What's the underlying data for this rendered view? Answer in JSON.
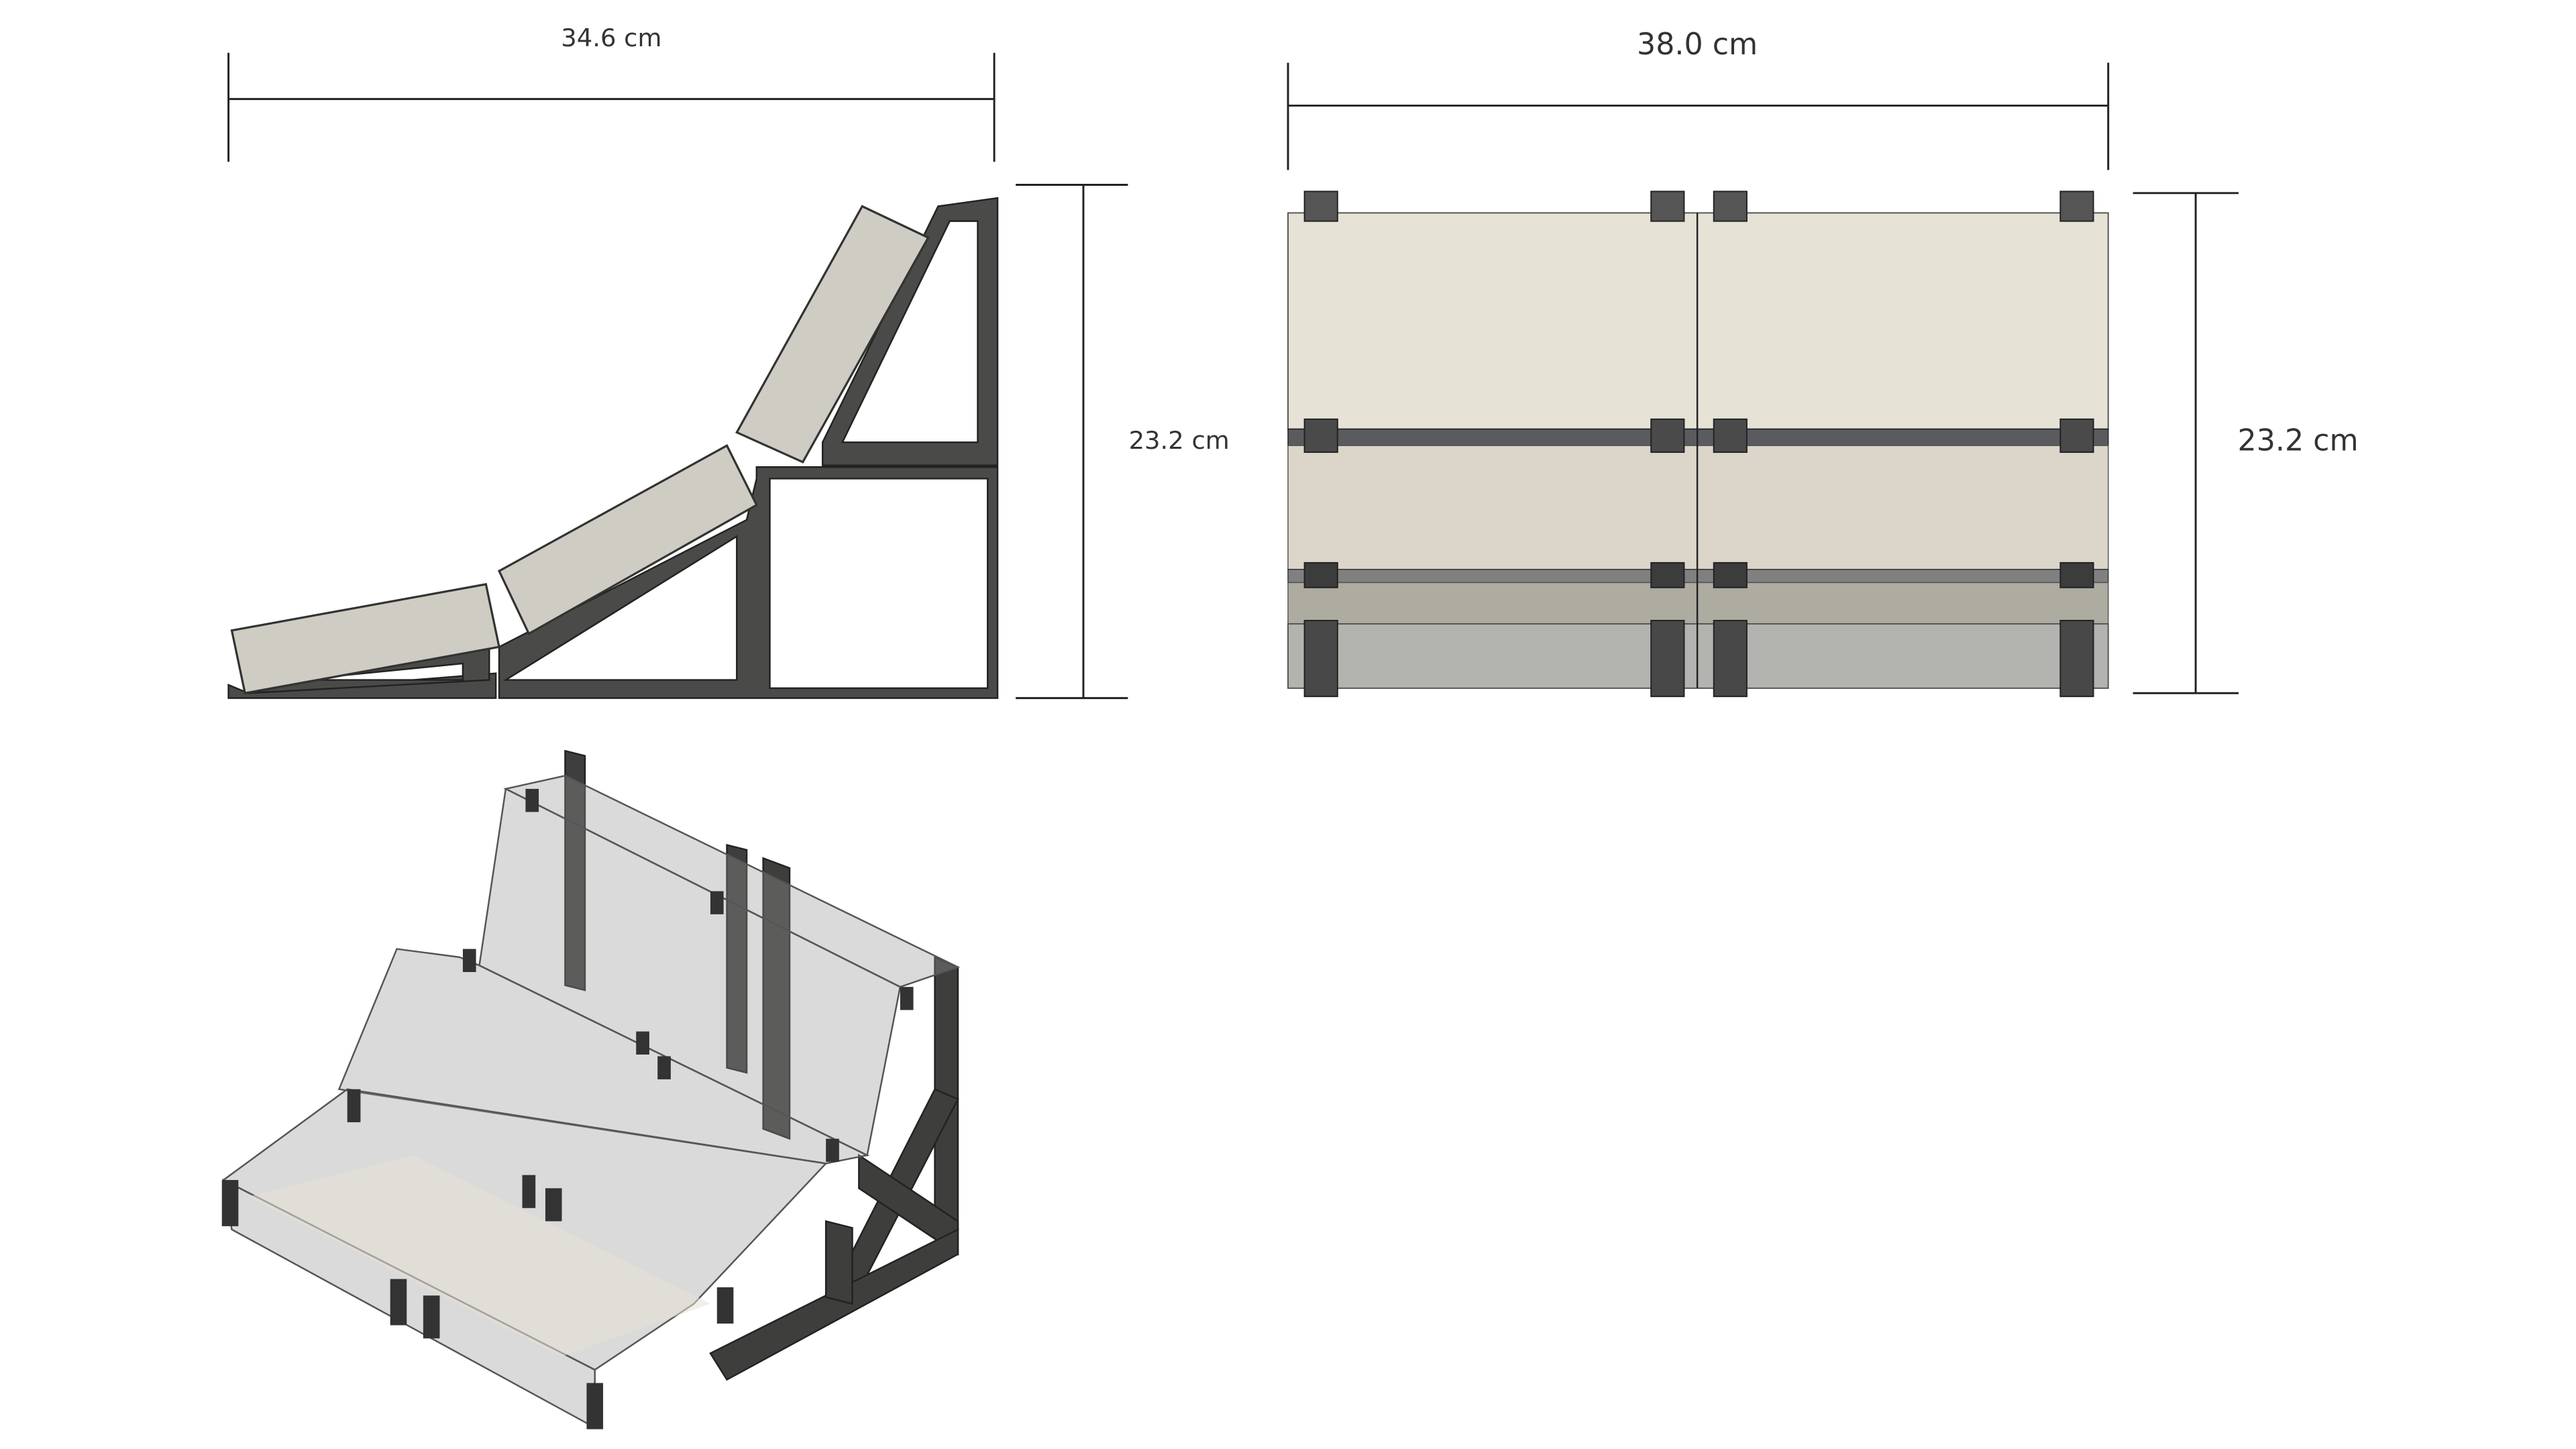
{
  "side_view": {
    "width_label": "34.6 cm",
    "height_label": "23.2 cm"
  },
  "front_view": {
    "width_label": "38.0 cm",
    "height_label": "23.2 cm"
  },
  "colors": {
    "frame": "#4a4a48",
    "panel_top": "#e6e2d6",
    "panel_mid": "#dcd5ca",
    "panel_low": "#aeaba0",
    "panel_base": "#b3b3af",
    "bar_dark": "#5a5b5e",
    "bar_mid": "#808080"
  }
}
